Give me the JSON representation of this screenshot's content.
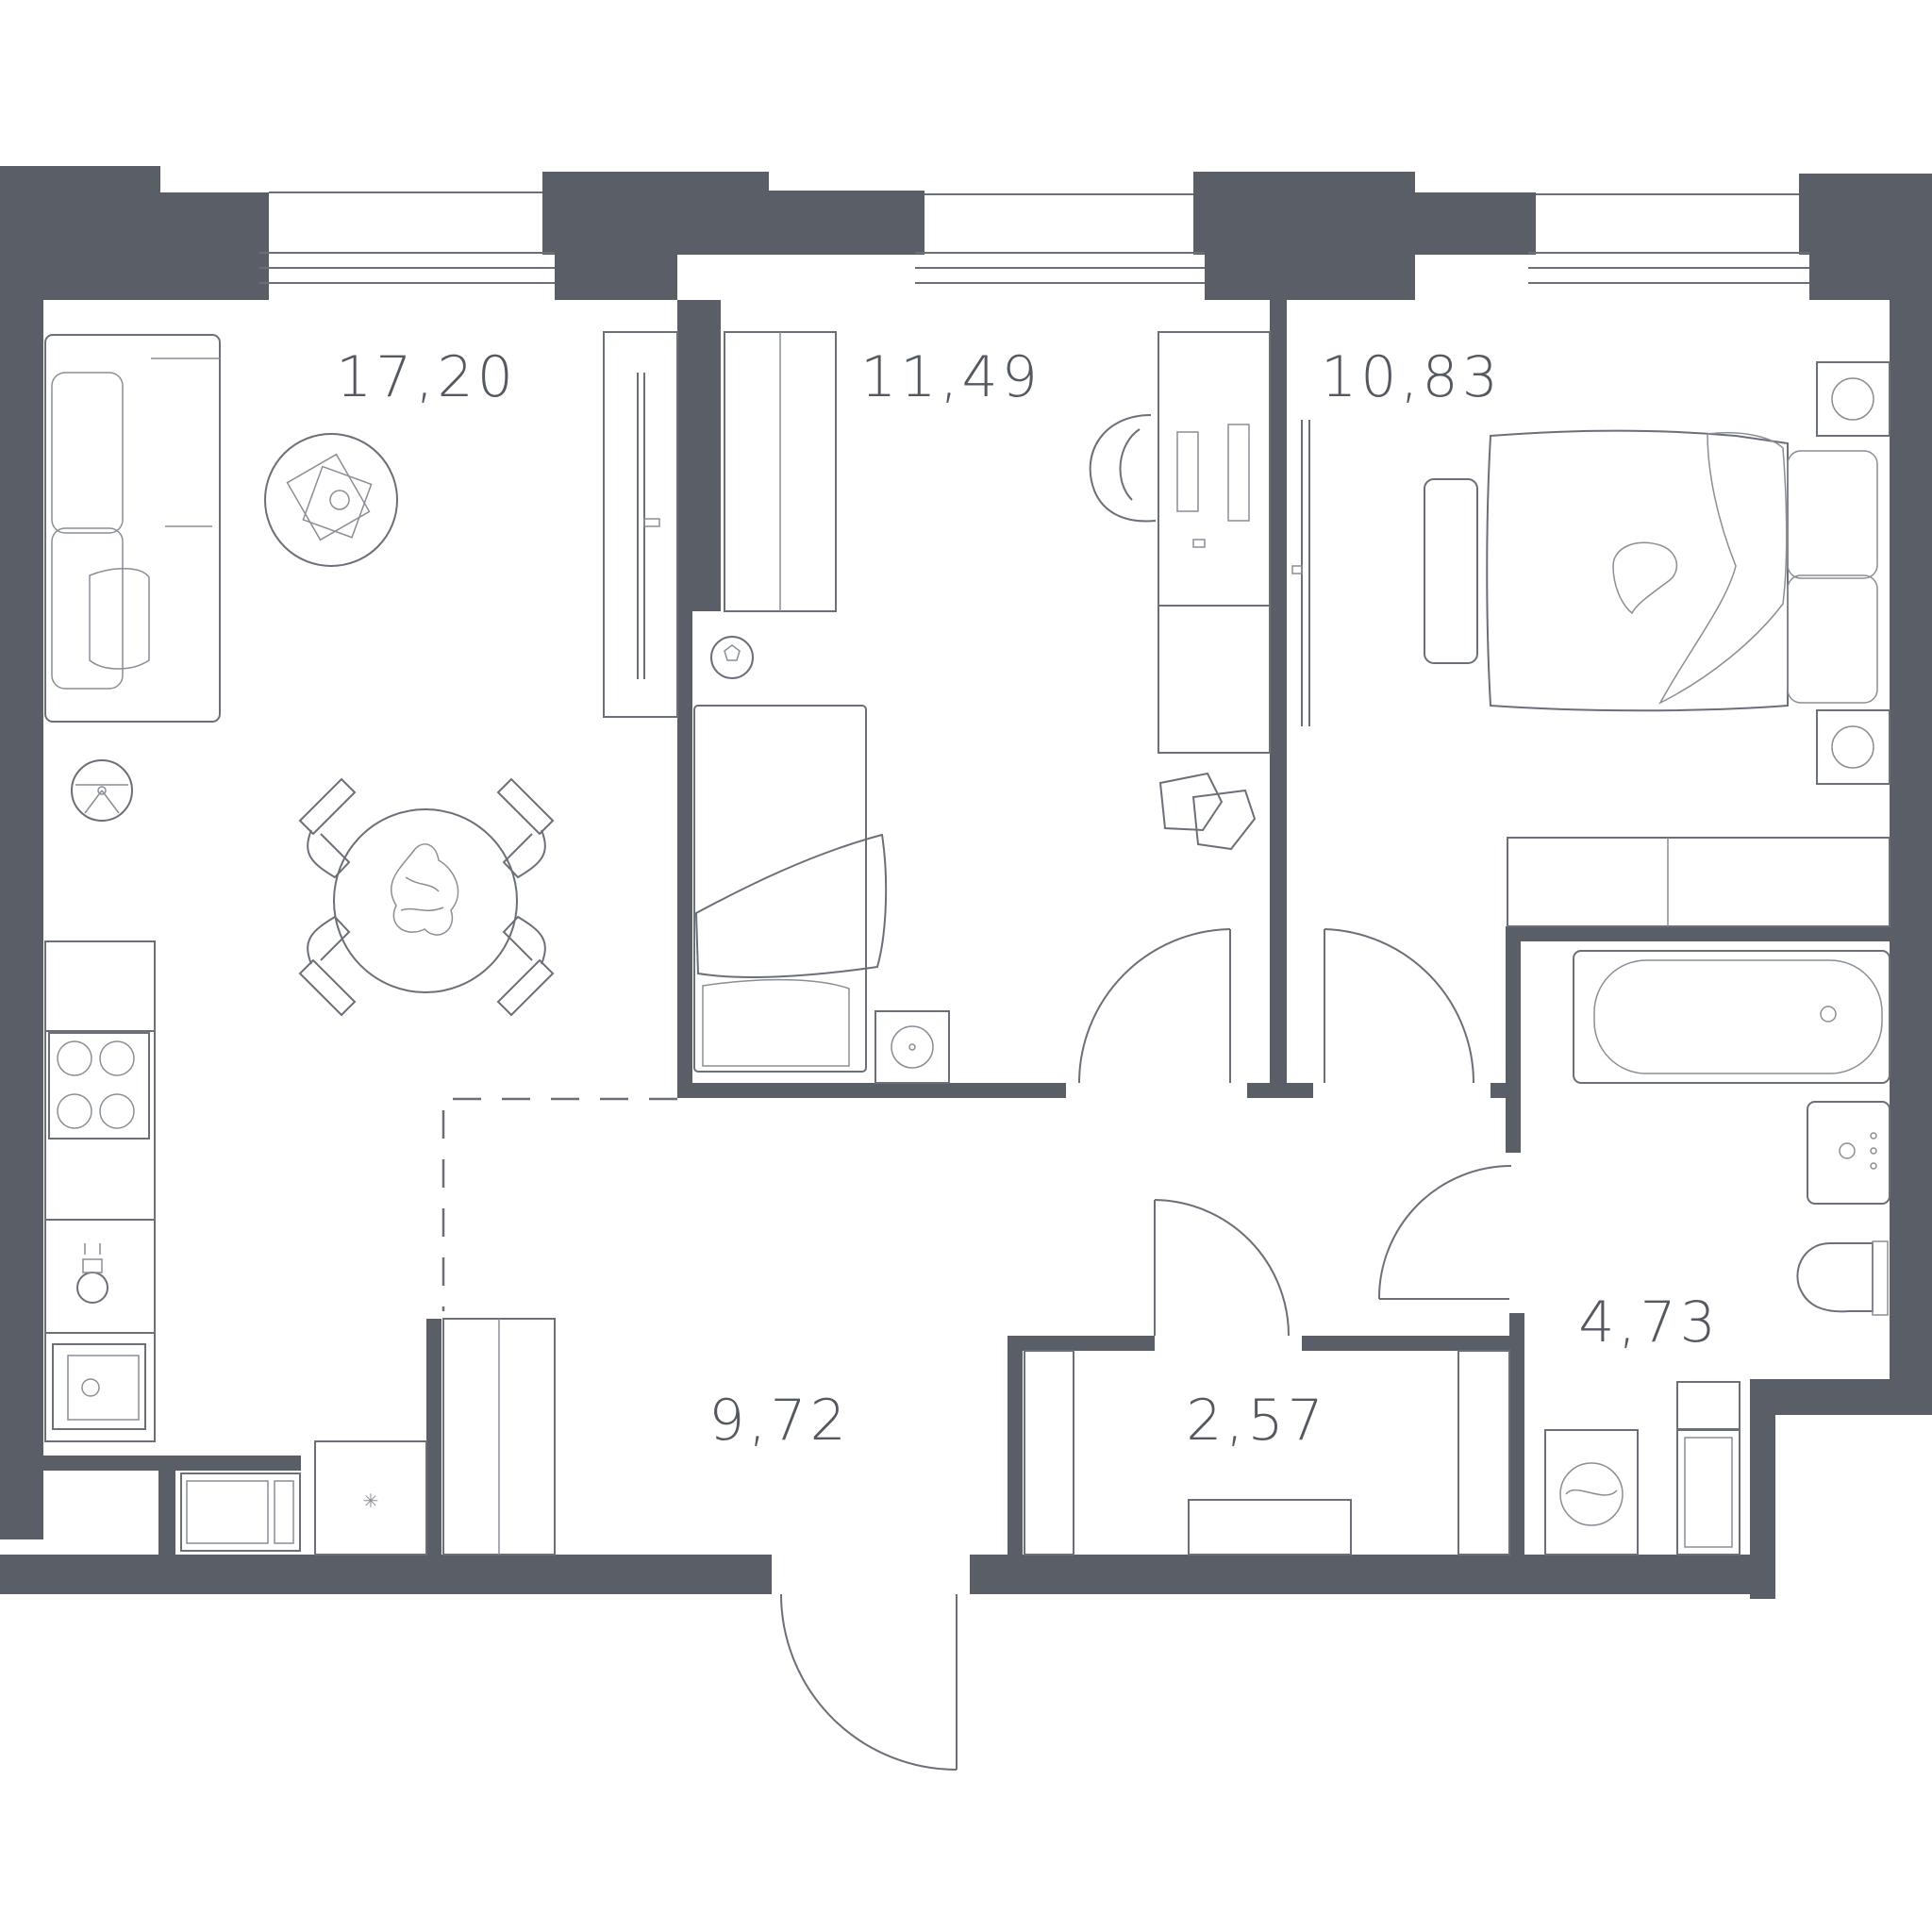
{
  "rooms": {
    "living": {
      "area": "17,20"
    },
    "kids": {
      "area": "11,49"
    },
    "bedroom": {
      "area": "10,83"
    },
    "bathroom": {
      "area": "4,73"
    },
    "hall": {
      "area": "9,72"
    },
    "storage": {
      "area": "2,57"
    }
  },
  "colors": {
    "wall": "#5a5e66",
    "line": "#6b6f77",
    "background": "#ffffff"
  },
  "icons": [
    "sofa-icon",
    "coffee-table-icon",
    "tv-icon",
    "dining-table-icon",
    "chair-icon",
    "robot-vacuum-icon",
    "hob-icon",
    "sink-icon",
    "microwave-icon",
    "wardrobe-icon",
    "desk-icon",
    "office-chair-icon",
    "ball-icon",
    "bed-icon",
    "roller-skates-icon",
    "bathtub-icon",
    "toilet-icon",
    "washbasin-icon",
    "washing-machine-icon",
    "cat-icon",
    "door-icon",
    "window-icon"
  ]
}
